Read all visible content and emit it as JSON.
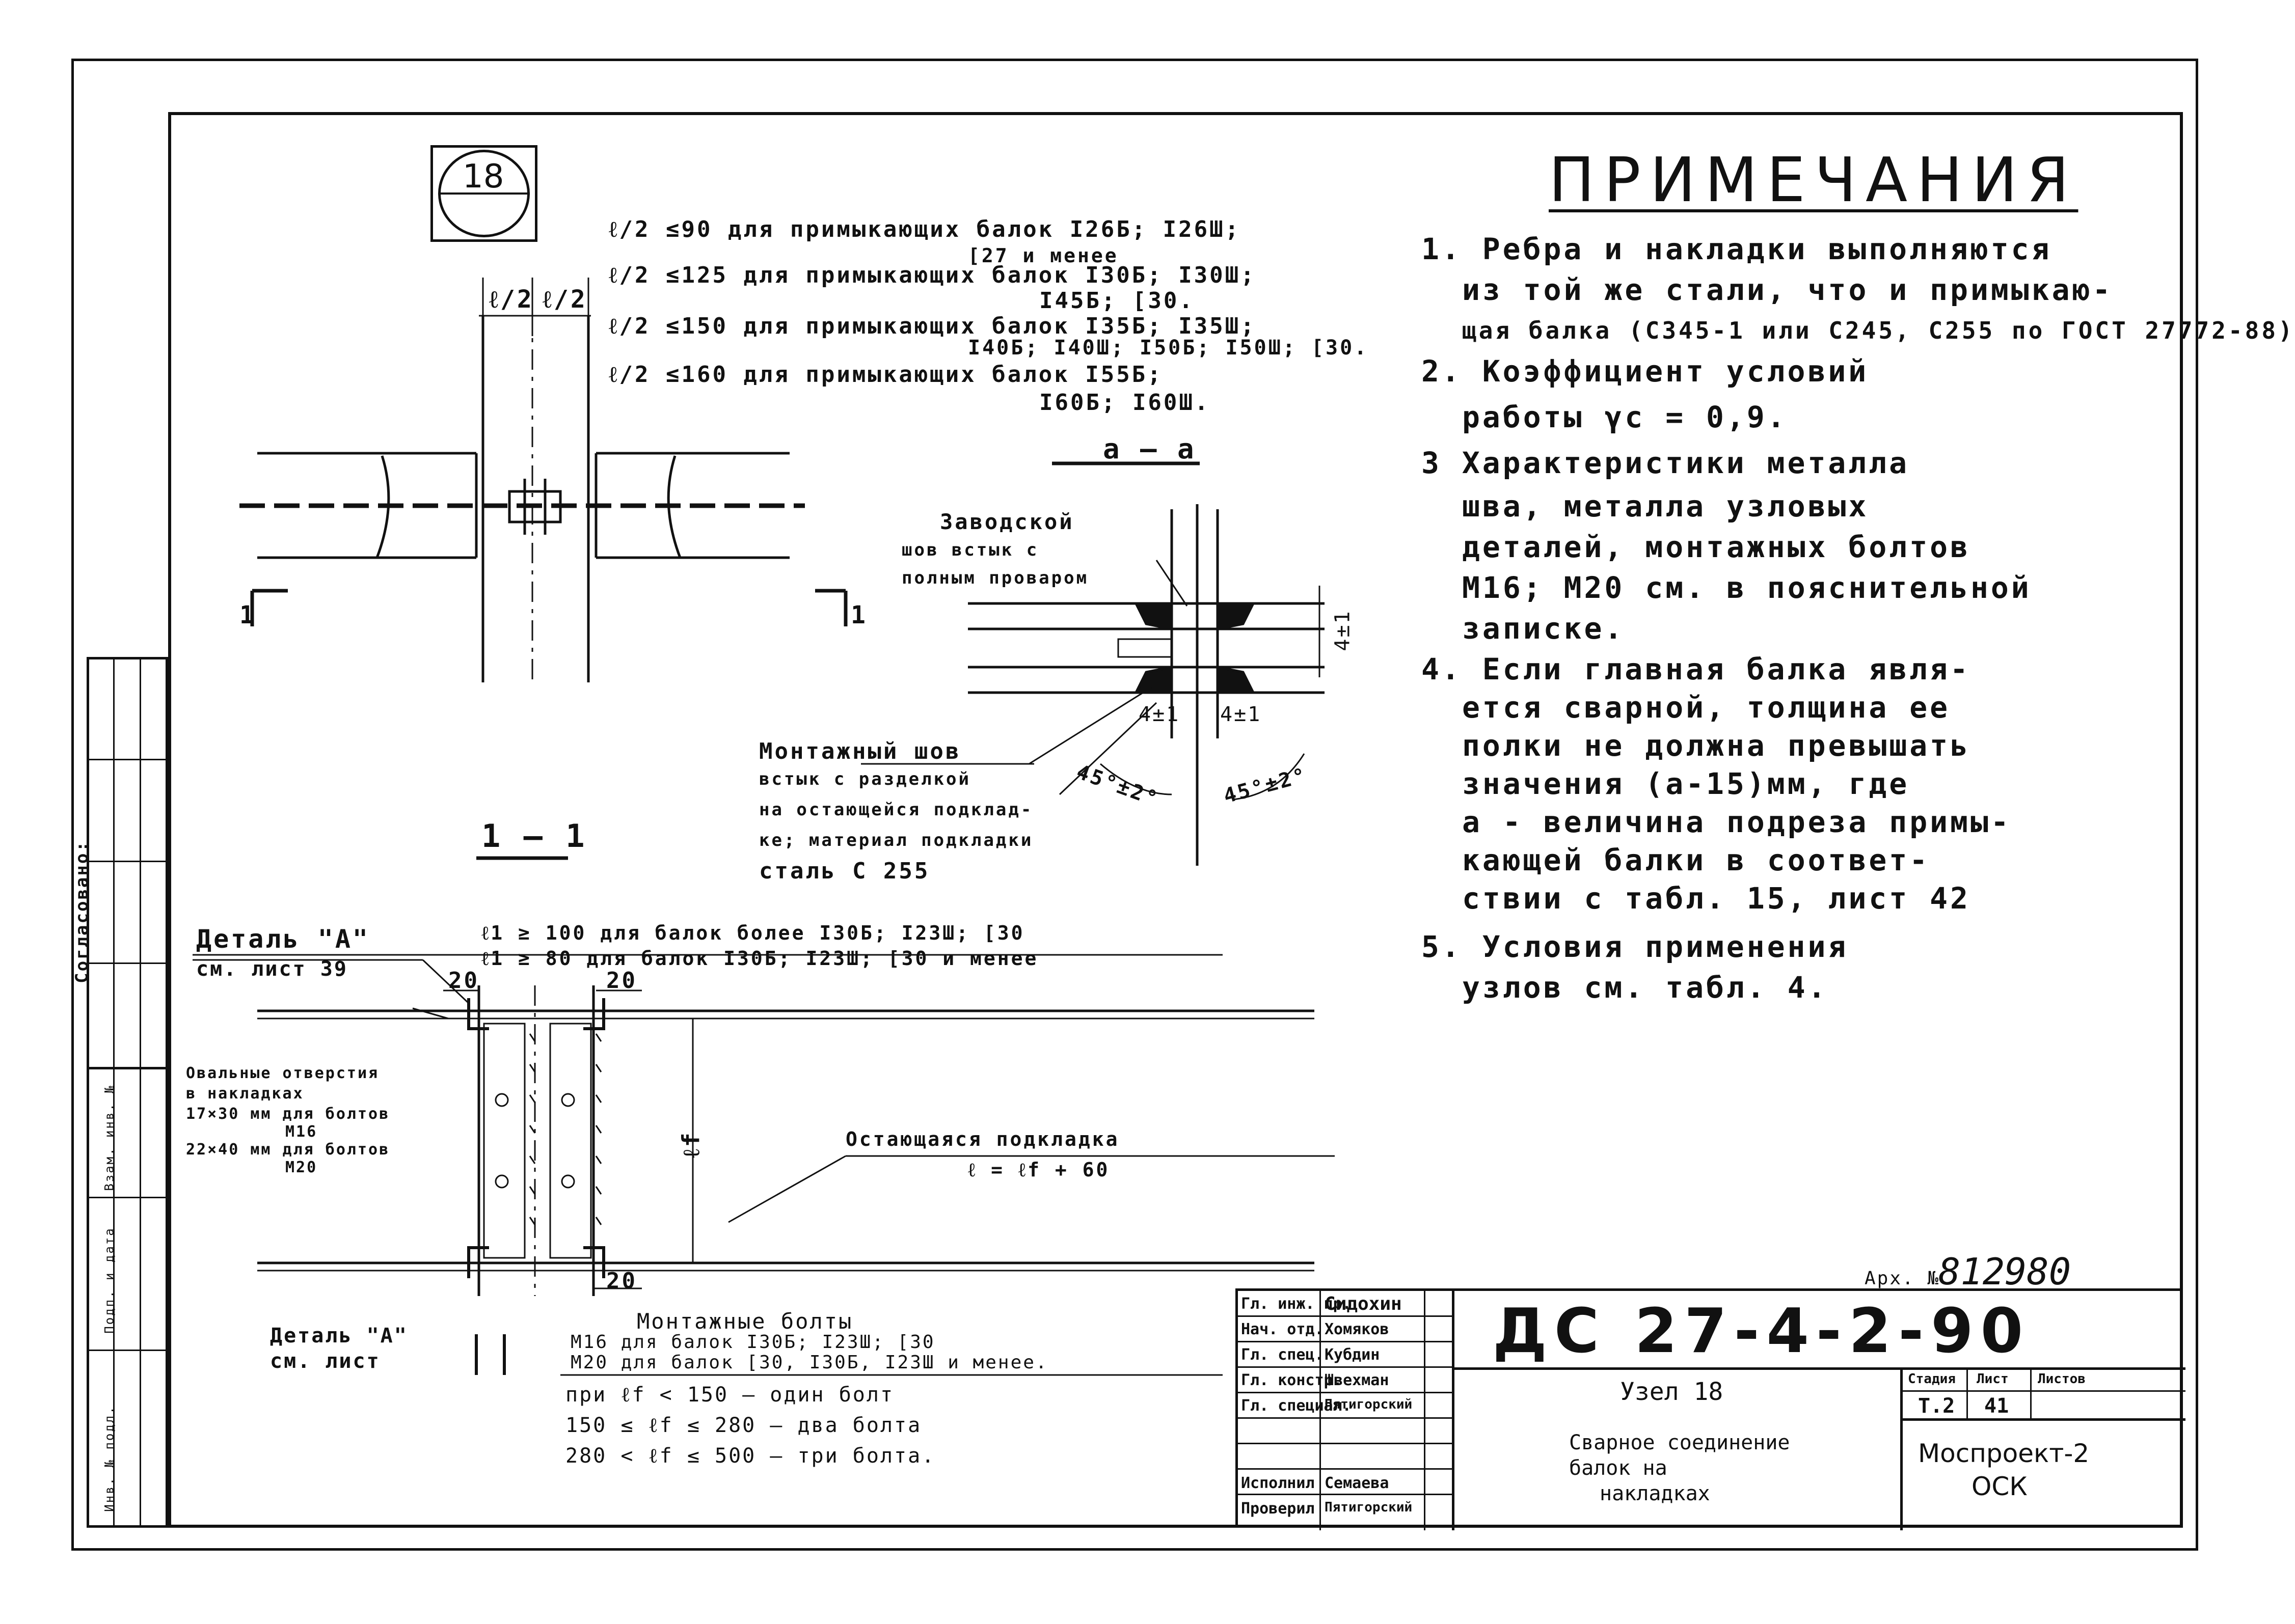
{
  "sheet_number": "18",
  "notes": {
    "title": "ПРИМЕЧАНИЯ",
    "items": [
      "1. Ребра и накладки выполняются",
      "из той же стали, что и примыкаю-",
      "щая балка (С345-1 или С245, С255 по ГОСТ 27772-88)",
      "2. Коэффициент условий",
      "работы γc = 0,9.",
      "3 Характеристики металла",
      "шва, металла узловых",
      "деталей, монтажных болтов",
      "М16; М20 см. в пояснительной",
      "записке.",
      "4. Если главная балка явля-",
      "ется сварной, толщина ее",
      "полки не должна превышать",
      "значения (а-15)мм, где",
      "а - величина подреза примы-",
      "кающей балки в соответ-",
      "ствии с табл. 15, лист 42",
      "5. Условия применения",
      "узлов см. табл. 4."
    ]
  },
  "top_conditions": [
    "ℓ/2 ≤90 для примыкающих балок I26Б; I26Ш;",
    "[27 и менее",
    "ℓ/2 ≤125 для примыкающих балок I30Б; I30Ш;",
    "I45Б; [30.",
    "ℓ/2 ≤150 для примыкающих балок I35Б; I35Ш;",
    "I40Б; I40Ш; I50Б; I50Ш; [30.",
    "ℓ/2 ≤160 для примыкающих балок I55Б;",
    "I60Б; I60Ш."
  ],
  "dims": {
    "half_l_left": "ℓ/2",
    "half_l_right": "ℓ/2"
  },
  "section_aa": {
    "title": "а — а",
    "factory_weld": [
      "Заводской",
      "шов встык с",
      "полным проваром"
    ],
    "site_weld": [
      "Монтажный шов",
      "встык с разделкой",
      "на остающейся подклад-",
      "ке; материал подкладки",
      "сталь С 255"
    ],
    "angle_left": "45°±2°",
    "angle_right": "45°±2°",
    "gap_left": "4±1",
    "gap_right": "4±1",
    "gap_top": "4±1"
  },
  "section_11": {
    "title": "1 — 1",
    "mark_left": "1",
    "mark_right": "1"
  },
  "detail_a": {
    "label": "Деталь \"А\"",
    "ref": "см. лист 39",
    "holes": [
      "Овальные отверстия",
      "в накладках",
      "17×30 мм для болтов",
      "М16",
      "22×40 мм для болтов",
      "М20"
    ],
    "spacing": [
      "ℓ1 ≥ 100 для балок более I30Б; I23Ш; [30",
      "ℓ1 ≥ 80 для балок I30Б; I23Ш; [30 и менее"
    ],
    "dim_20_left": "20",
    "dim_20_right": "20",
    "dim_20_bottom": "20",
    "lf": "ℓf",
    "backing": [
      "Остающаяся подкладка",
      "ℓ = ℓf + 60"
    ]
  },
  "bolts_note": {
    "ref_label": "Деталь \"А\"",
    "ref_sheet": "см. лист",
    "lines": [
      "Монтажные болты",
      "М16 для балок I30Б; I23Ш; [30",
      "М20 для балок [30, I30Б, I23Ш и менее.",
      "при ℓf < 150 — один болт",
      "150 ≤ ℓf ≤ 280 — два болта",
      "280 < ℓf ≤ 500 — три болта."
    ]
  },
  "archive": {
    "label": "Арх. №",
    "number": "812980"
  },
  "stamp": {
    "roles": [
      "Гл. инж. пр.",
      "Нач. отд.",
      "Гл. спец.",
      "Гл. констр.",
      "Гл. специал.",
      "",
      "Исполнил",
      "Проверил"
    ],
    "names": [
      "Сидохин",
      "Хомяков",
      "Кубдин",
      "Швехман",
      "Пятигорский",
      "",
      "Семаева",
      "Пятигорский"
    ],
    "code": "ДС 27-4-2-90",
    "node": "Узел 18",
    "description": [
      "Сварное соединение",
      "балок на",
      "накладках"
    ],
    "stage_label": "Стадия",
    "sheet_label": "Лист",
    "sheets_label": "Листов",
    "stage": "Т.2",
    "sheet": "41",
    "sheets": "",
    "org": [
      "Моспроект-2",
      "ОСК"
    ]
  },
  "side_stamp": {
    "agreed": "Согласовано:",
    "cols": [
      "Инв. № подл.",
      "Подп. и дата",
      "Взам. инв. №"
    ]
  }
}
